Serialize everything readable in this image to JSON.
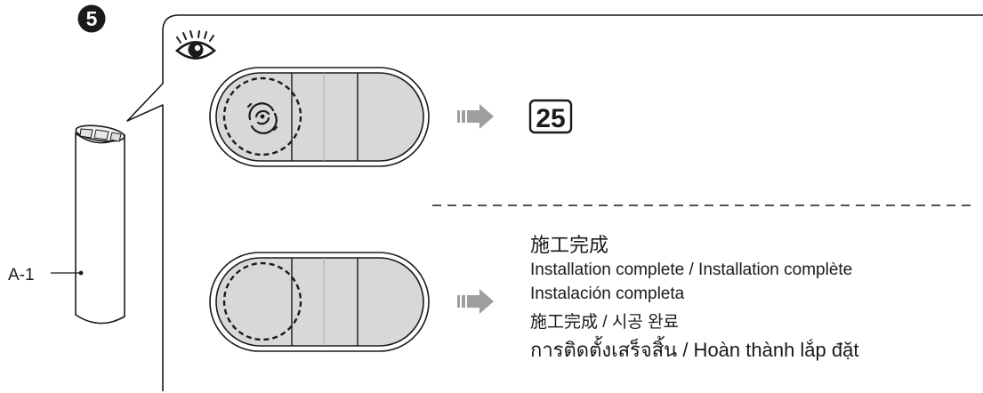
{
  "step": {
    "number": "5",
    "view_icon": "eye-icon",
    "indicator_icon": "swirl-icon"
  },
  "part": {
    "label": "A-1"
  },
  "result_top": {
    "step_reference": "25"
  },
  "result_bottom": {
    "lines": [
      "施工完成",
      "Installation complete / Installation complète",
      "Instalación completa",
      "施工完成 / 시공 완료",
      "การติดตั้งเสร็จสิ้น / Hoàn thành lắp đặt"
    ]
  }
}
